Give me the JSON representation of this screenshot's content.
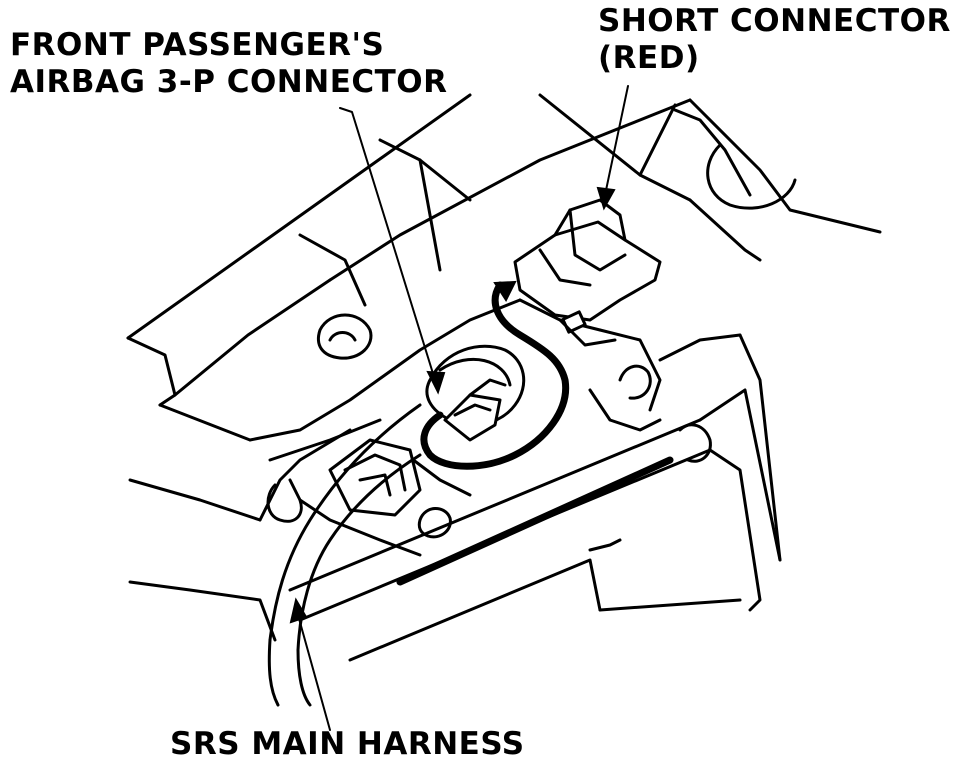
{
  "labels": {
    "front_connector": [
      "FRONT PASSENGER'S",
      "AIRBAG 3-P CONNECTOR"
    ],
    "short_connector": [
      "SHORT CONNECTOR",
      "(RED)"
    ],
    "srs_harness": "SRS MAIN HARNESS"
  },
  "colors": {
    "ink": "#000000",
    "paper": "#ffffff"
  }
}
